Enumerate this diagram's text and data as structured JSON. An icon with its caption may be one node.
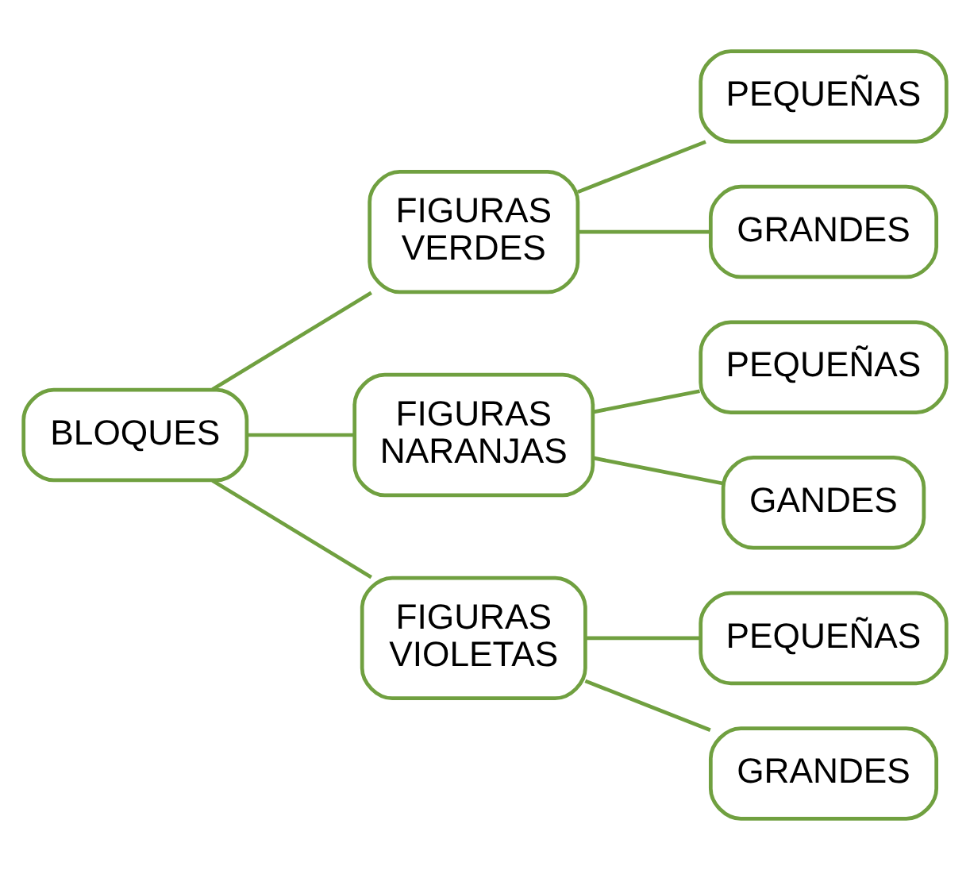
{
  "diagram": {
    "nodes": [
      {
        "text": [
          "BLOQUES"
        ]
      },
      {
        "text": [
          "FIGURAS VERDES"
        ]
      },
      {
        "text": [
          "PEQUEÑAS"
        ]
      },
      {
        "text": [
          "GRANDES"
        ]
      },
      {
        "text": [
          "FIGURAS NARANJAS"
        ]
      },
      {
        "text": [
          "PEQUEÑAS"
        ]
      },
      {
        "text": [
          "GANDES"
        ]
      },
      {
        "text": [
          "FIGURAS VIOLETAS"
        ]
      },
      {
        "text": [
          "PEQUEÑAS"
        ]
      },
      {
        "text": [
          "GRANDES"
        ]
      }
    ],
    "edges": [
      {
        "from": 0,
        "to": 1,
        "arrow": "none"
      },
      {
        "from": 0,
        "to": 4,
        "arrow": "none"
      },
      {
        "from": 0,
        "to": 7,
        "arrow": "none"
      },
      {
        "from": 1,
        "to": 2,
        "arrow": "none"
      },
      {
        "from": 1,
        "to": 3,
        "arrow": "none"
      },
      {
        "from": 4,
        "to": 5,
        "arrow": "none"
      },
      {
        "from": 4,
        "to": 6,
        "arrow": "none"
      },
      {
        "from": 7,
        "to": 8,
        "arrow": "none"
      },
      {
        "from": 7,
        "to": 9,
        "arrow": "none"
      }
    ]
  }
}
